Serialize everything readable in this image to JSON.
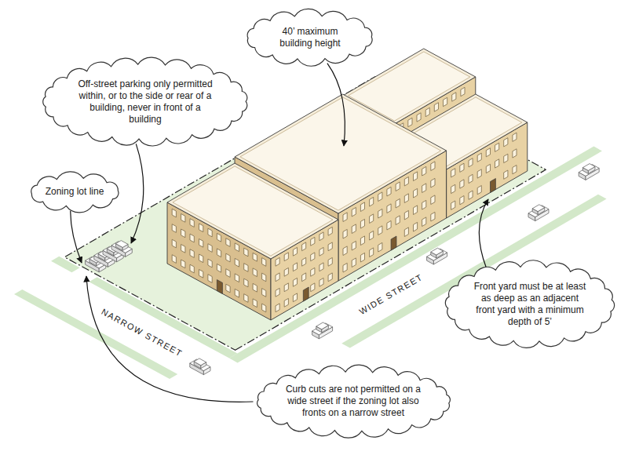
{
  "diagram": {
    "nodes": [
      {
        "text": [
          "40’ maximum building height"
        ]
      },
      {
        "text": [
          "Off-street parking only permitted within, or to the side or rear of a building, never in front of a building"
        ]
      },
      {
        "text": [
          "Zoning lot line"
        ]
      },
      {
        "text": [
          "Front yard must be at least as deep as an adjacent front yard with a minimum depth of 5’"
        ]
      },
      {
        "text": [
          "Curb cuts are not permitted on a wide street if the zoning lot also fronts on a narrow street"
        ]
      }
    ],
    "labels": [
      "NARROW STREET",
      "WIDE STREET"
    ]
  }
}
